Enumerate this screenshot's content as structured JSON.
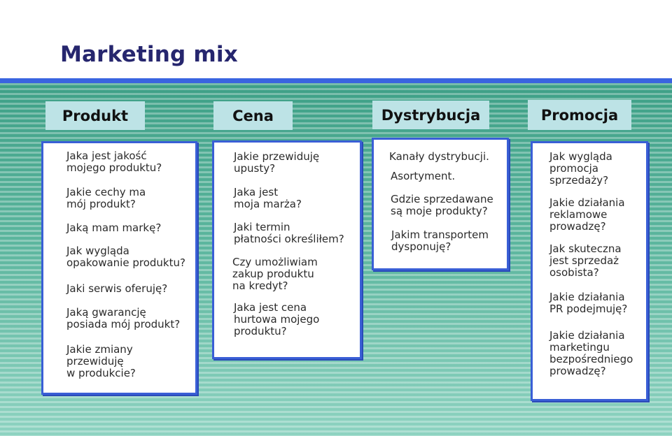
{
  "title": "Marketing mix",
  "colors": {
    "title": "#26266e",
    "board_accent_line": "#3a64e0",
    "board_green": "#5bb59d",
    "header_box": "#bde3e6",
    "card_border": "#3a5fd6"
  },
  "columns": [
    {
      "header": "Produkt",
      "items": [
        "Jaka jest jakość\nmojego produktu?",
        "Jakie cechy ma\nmój produkt?",
        "Jaką mam markę?",
        "Jak wygląda\nopakowanie produktu?",
        "Jaki serwis oferuję?",
        "Jaką gwarancję\nposiada mój produkt?",
        "Jakie zmiany\nprzewiduję\nw produkcie?"
      ]
    },
    {
      "header": "Cena",
      "items": [
        "Jakie przewiduję\nupusty?",
        "Jaka jest\nmoja marża?",
        "Jaki termin\npłatności określiłem?",
        "Czy umożliwiam\nzakup produktu\nna kredyt?",
        "Jaka jest cena\nhurtowa mojego\nproduktu?"
      ]
    },
    {
      "header": "Dystrybucja",
      "items": [
        "Kanały dystrybucji.",
        "Asortyment.",
        "Gdzie sprzedawane\nsą moje produkty?",
        "Jakim transportem\ndysponuję?"
      ]
    },
    {
      "header": "Promocja",
      "items": [
        "Jak wygląda\npromocja\nsprzedaży?",
        "Jakie działania\nreklamowe\nprowadzę?",
        "Jak skuteczna\njest sprzedaż\nosobista?",
        "Jakie działania\nPR podejmuję?",
        "Jakie działania\nmarketingu\nbezpośredniego\nprowadzę?"
      ]
    }
  ]
}
